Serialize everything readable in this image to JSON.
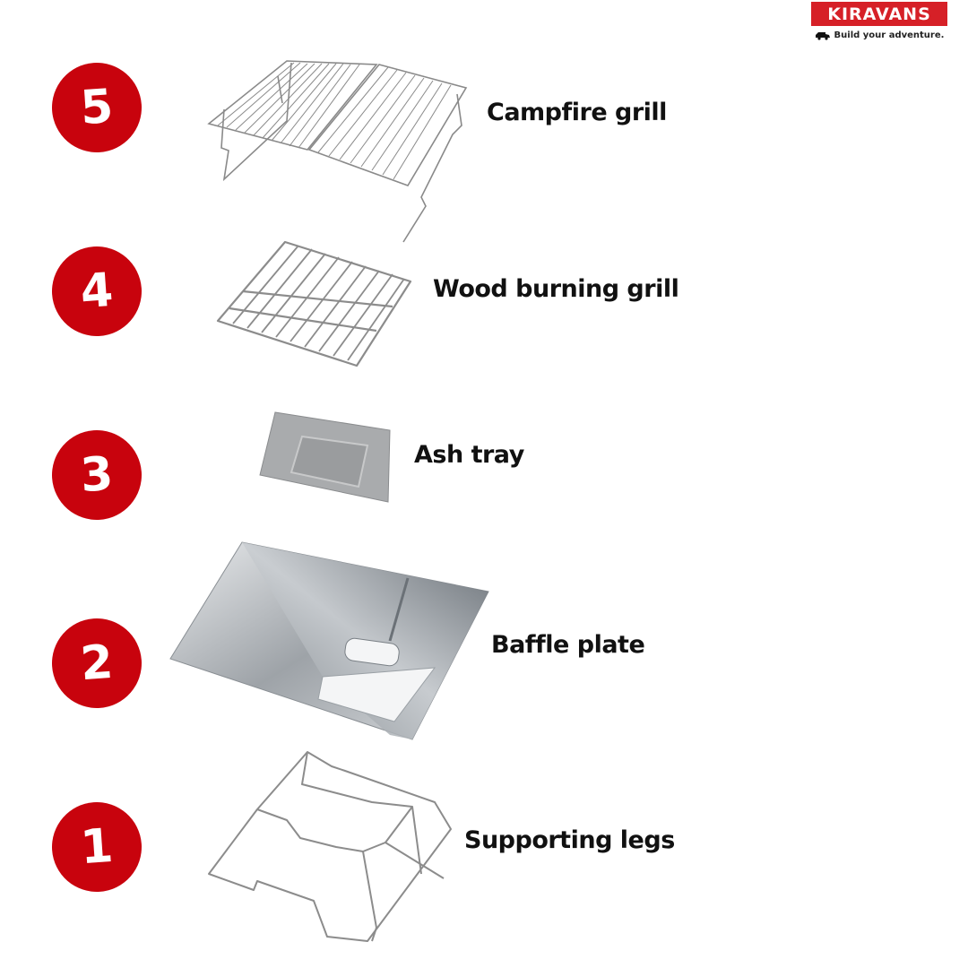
{
  "brand": {
    "name": "KIRAVANS",
    "tagline": "Build your adventure.",
    "color": "#d62027"
  },
  "badge_color": "#c8030d",
  "parts": [
    {
      "number": "5",
      "label": "Campfire grill",
      "icon": "campfire-grill-image"
    },
    {
      "number": "4",
      "label": "Wood burning grill",
      "icon": "wood-burning-grill-image"
    },
    {
      "number": "3",
      "label": "Ash tray",
      "icon": "ash-tray-image"
    },
    {
      "number": "2",
      "label": "Baffle plate",
      "icon": "baffle-plate-image"
    },
    {
      "number": "1",
      "label": "Supporting legs",
      "icon": "supporting-legs-image"
    }
  ]
}
